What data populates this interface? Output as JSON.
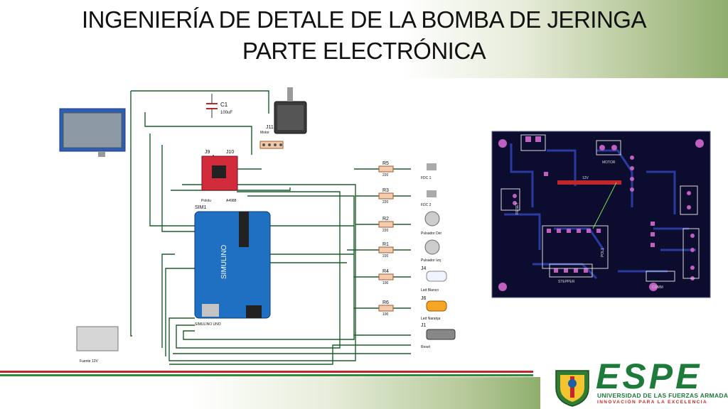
{
  "slide": {
    "title_line1": "INGENIERÍA DE DETALE DE LA BOMBA DE JERINGA",
    "title_line2": "PARTE ELECTRÓNICA"
  },
  "schematic": {
    "capacitor_name": "C1",
    "capacitor_value": "100uF",
    "motor_connector": "J11",
    "motor_label": "Motor",
    "driver_j9": "J9",
    "driver_j10": "J10",
    "driver_left": "Pololu",
    "driver_right": "A4988",
    "board_ref": "SIM1",
    "board_brand": "SIMULINO",
    "board_name": "SIMULINO UNO",
    "power_label": "Fuente 12V",
    "resistors": [
      {
        "ref": "R5",
        "value": "220",
        "device": "FDC 1"
      },
      {
        "ref": "R3",
        "value": "220",
        "device": "FDC 2"
      },
      {
        "ref": "R2",
        "value": "220",
        "device": "Pulsador Der"
      },
      {
        "ref": "R1",
        "value": "220",
        "device": "Pulsador Izq"
      },
      {
        "ref": "R4",
        "value": "100",
        "device": "Led Blanco"
      },
      {
        "ref": "R6",
        "value": "100",
        "device": "Led Naranja"
      }
    ],
    "led_white_ref": "J4",
    "led_orange_ref": "J6",
    "reset_ref": "J1",
    "reset_label": "Reset"
  },
  "pcb": {
    "label_motor": "MOTOR",
    "label_stepper": "STEPPER",
    "label_12v": "12V",
    "label_pol1": "POL1",
    "label_reset": "RESET",
    "label_comm": "COMM"
  },
  "footer": {
    "logo_text": "ESPE",
    "university": "UNIVERSIDAD DE LAS FUERZAS ARMADAS",
    "motto": "INNOVACIÓN PARA LA EXCELENCIA"
  }
}
